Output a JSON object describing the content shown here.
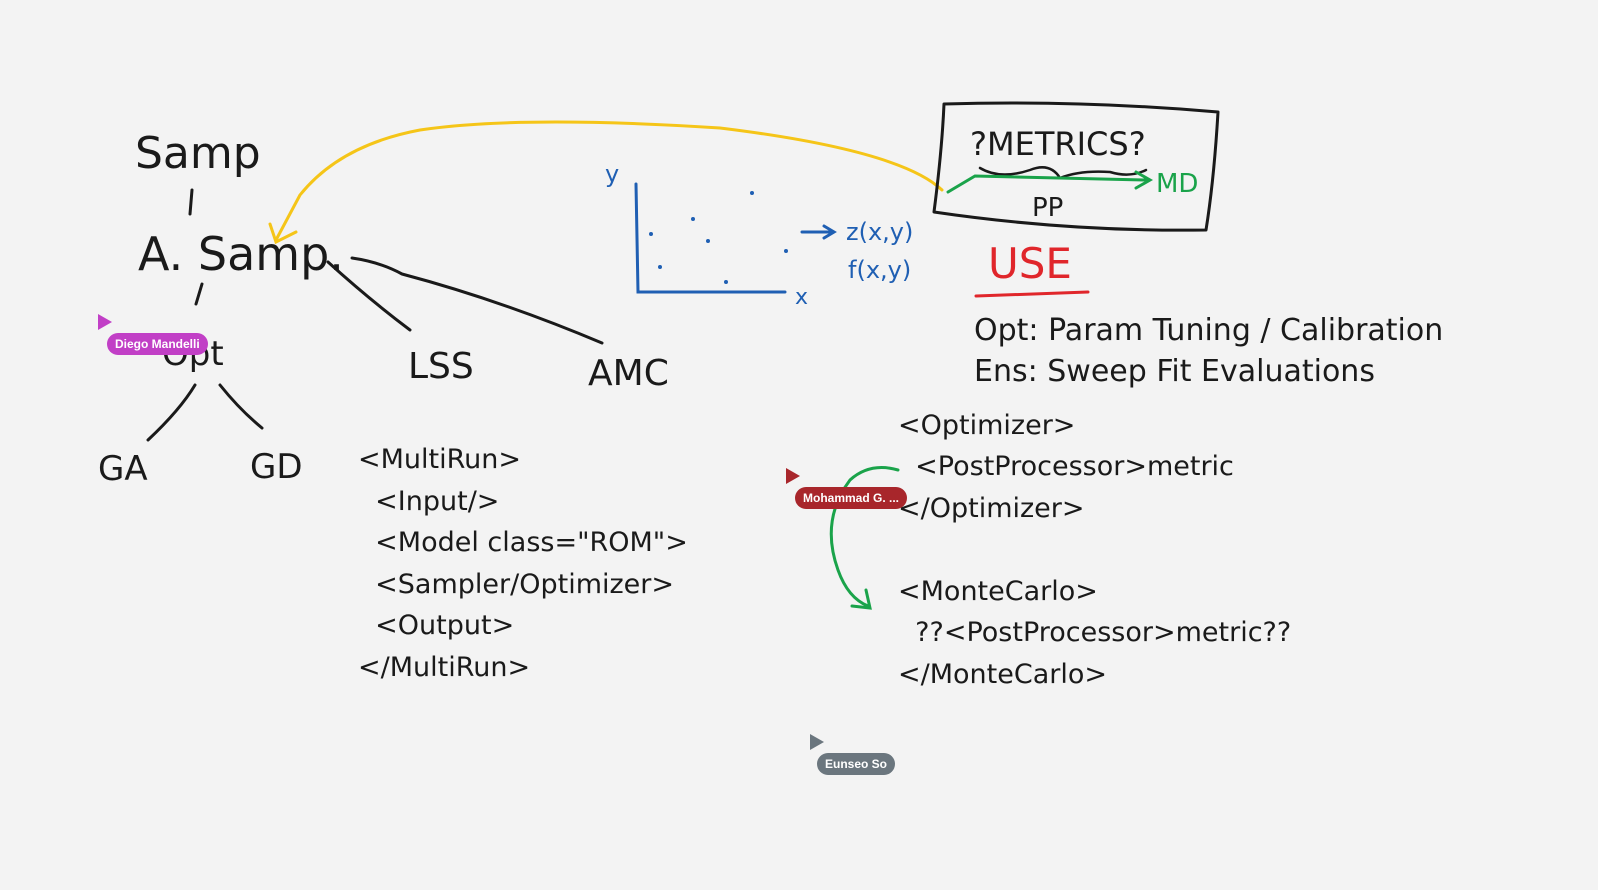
{
  "colors": {
    "ink": "#1a1a1a",
    "blue": "#1f5fb3",
    "green": "#1aa34a",
    "yellow": "#f5c518",
    "red": "#e0262b",
    "cursor_diego": "#c13fc6",
    "cursor_mohammad": "#a8262b",
    "cursor_eunseo": "#6b767e"
  },
  "tree": {
    "root": "Samp",
    "child": "A. Samp.",
    "branch_opt": "Opt",
    "branch_lss": "LSS",
    "branch_amc": "AMC",
    "leaf_ga": "GA",
    "leaf_gd": "GD"
  },
  "plot": {
    "y_label": "y",
    "x_label": "x",
    "z_label": "z(x,y)",
    "f_label": "f(x,y)"
  },
  "metrics_box": {
    "title": "?METRICS?",
    "pp_label": "PP",
    "md_label": "MD"
  },
  "use": {
    "heading": "USE",
    "line1": "Opt: Param Tuning / Calibration",
    "line2": "Ens: Sweep Fit Evaluations"
  },
  "multirun_xml": [
    "<MultiRun>",
    "  <Input/>",
    "  <Model class=\"ROM\">",
    "  <Sampler/Optimizer>",
    "  <Output>",
    "</MultiRun>"
  ],
  "optimizer_xml": [
    "<Optimizer>",
    "  <PostProcessor>metric",
    "</Optimizer>"
  ],
  "montecarlo_xml": [
    "<MonteCarlo>",
    "  ??<PostProcessor>metric??",
    "</MonteCarlo>"
  ],
  "cursors": [
    {
      "name": "Diego Mandelli"
    },
    {
      "name": "Mohammad G. ..."
    },
    {
      "name": "Eunseo So"
    }
  ]
}
